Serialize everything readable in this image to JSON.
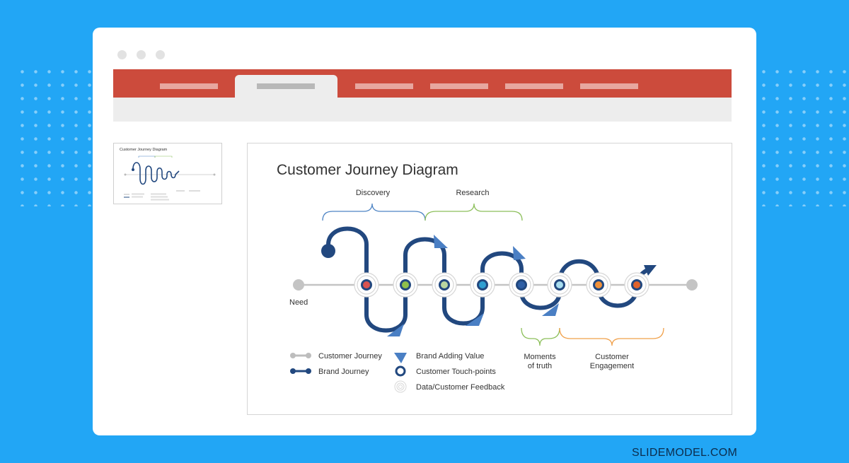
{
  "slide": {
    "title": "Customer Journey Diagram",
    "brackets_top": [
      "Discovery",
      "Research"
    ],
    "brackets_bottom": [
      {
        "lines": [
          "Moments",
          "of truth"
        ]
      },
      {
        "lines": [
          "Customer",
          "Engagement"
        ]
      }
    ],
    "need_label": "Need",
    "legend": [
      {
        "label": "Customer Journey",
        "icon": "customer-journey-line-icon"
      },
      {
        "label": "Brand Journey",
        "icon": "brand-journey-line-icon"
      },
      {
        "label": "Brand Adding Value",
        "icon": "arrowhead-icon"
      },
      {
        "label": "Customer Touch-points",
        "icon": "ring-icon"
      },
      {
        "label": "Data/Customer Feedback",
        "icon": "concentric-rings-icon"
      }
    ],
    "touchpoint_colors": [
      "#d9534f",
      "#8fbf4a",
      "#b9d6a0",
      "#2f9fd1",
      "#2f5fa5",
      "#a8ddef",
      "#f0913a",
      "#e0622a"
    ]
  },
  "thumbnail": {
    "title": "Customer Journey Diagram"
  },
  "footer": "SLIDEMODEL.COM",
  "colors": {
    "background": "#22a6f5",
    "ribbon": "#cc4b3c",
    "brand_journey": "#22487f",
    "customer_journey": "#c4c4c4",
    "discovery_bracket": "#4e84c4",
    "research_bracket": "#8cbf5a",
    "moments_bracket": "#8cbf5a",
    "engagement_bracket": "#f0a04a"
  }
}
